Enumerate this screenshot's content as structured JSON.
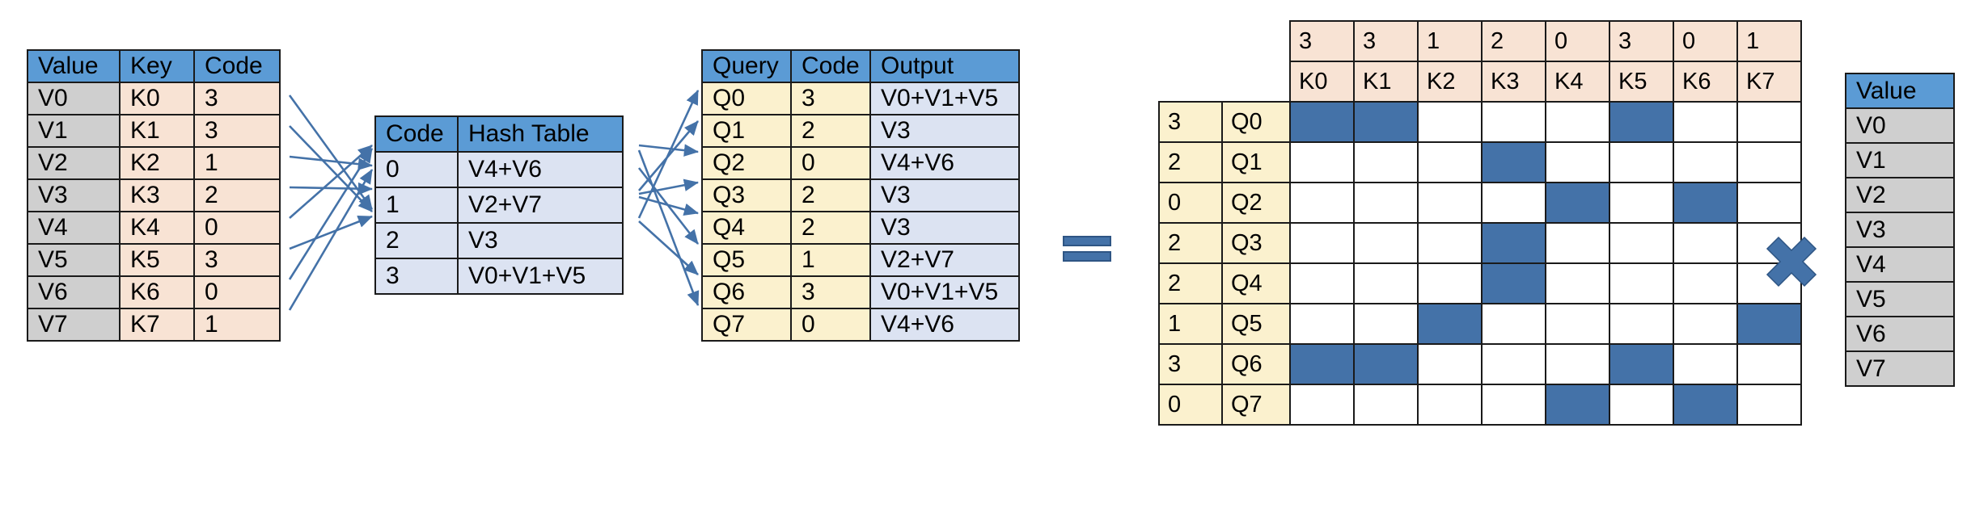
{
  "diagram": {
    "title": "Hash-based attention: value/key/code table, hash table, query/code/output table equals sparse attention matrix times value vector"
  },
  "colors": {
    "header_blue": "#5B9BD5",
    "fill_blue": "#4472A8",
    "gray": "#CFCFCF",
    "peach": "#F8E3D4",
    "lavender": "#DCE3F2",
    "cream": "#FBF1CE",
    "border": "#1A1A1A",
    "arrow": "#4472A8"
  },
  "value_key_code_table": {
    "headers": [
      "Value",
      "Key",
      "Code"
    ],
    "rows": [
      {
        "value": "V0",
        "key": "K0",
        "code": "3"
      },
      {
        "value": "V1",
        "key": "K1",
        "code": "3"
      },
      {
        "value": "V2",
        "key": "K2",
        "code": "1"
      },
      {
        "value": "V3",
        "key": "K3",
        "code": "2"
      },
      {
        "value": "V4",
        "key": "K4",
        "code": "0"
      },
      {
        "value": "V5",
        "key": "K5",
        "code": "3"
      },
      {
        "value": "V6",
        "key": "K6",
        "code": "0"
      },
      {
        "value": "V7",
        "key": "K7",
        "code": "1"
      }
    ]
  },
  "hash_table": {
    "headers": [
      "Code",
      "Hash Table"
    ],
    "rows": [
      {
        "code": "0",
        "entry": "V4+V6"
      },
      {
        "code": "1",
        "entry": "V2+V7"
      },
      {
        "code": "2",
        "entry": "V3"
      },
      {
        "code": "3",
        "entry": "V0+V1+V5"
      }
    ]
  },
  "query_code_output_table": {
    "headers": [
      "Query",
      "Code",
      "Output"
    ],
    "rows": [
      {
        "query": "Q0",
        "code": "3",
        "output": "V0+V1+V5"
      },
      {
        "query": "Q1",
        "code": "2",
        "output": "V3"
      },
      {
        "query": "Q2",
        "code": "0",
        "output": "V4+V6"
      },
      {
        "query": "Q3",
        "code": "2",
        "output": "V3"
      },
      {
        "query": "Q4",
        "code": "2",
        "output": "V3"
      },
      {
        "query": "Q5",
        "code": "1",
        "output": "V2+V7"
      },
      {
        "query": "Q6",
        "code": "3",
        "output": "V0+V1+V5"
      },
      {
        "query": "Q7",
        "code": "0",
        "output": "V4+V6"
      }
    ]
  },
  "attention_matrix": {
    "col_codes": [
      "3",
      "3",
      "1",
      "2",
      "0",
      "3",
      "0",
      "1"
    ],
    "col_keys": [
      "K0",
      "K1",
      "K2",
      "K3",
      "K4",
      "K5",
      "K6",
      "K7"
    ],
    "row_codes": [
      "3",
      "2",
      "0",
      "2",
      "2",
      "1",
      "3",
      "0"
    ],
    "row_queries": [
      "Q0",
      "Q1",
      "Q2",
      "Q3",
      "Q4",
      "Q5",
      "Q6",
      "Q7"
    ],
    "cells": [
      [
        1,
        1,
        0,
        0,
        0,
        1,
        0,
        0
      ],
      [
        0,
        0,
        0,
        1,
        0,
        0,
        0,
        0
      ],
      [
        0,
        0,
        0,
        0,
        1,
        0,
        1,
        0
      ],
      [
        0,
        0,
        0,
        1,
        0,
        0,
        0,
        0
      ],
      [
        0,
        0,
        0,
        1,
        0,
        0,
        0,
        0
      ],
      [
        0,
        0,
        1,
        0,
        0,
        0,
        0,
        1
      ],
      [
        1,
        1,
        0,
        0,
        0,
        1,
        0,
        0
      ],
      [
        0,
        0,
        0,
        0,
        1,
        0,
        1,
        0
      ]
    ]
  },
  "right_value_table": {
    "header": "Value",
    "rows": [
      "V0",
      "V1",
      "V2",
      "V3",
      "V4",
      "V5",
      "V6",
      "V7"
    ]
  },
  "operators": {
    "equals": "equals-sign",
    "multiply": "multiply-sign"
  }
}
